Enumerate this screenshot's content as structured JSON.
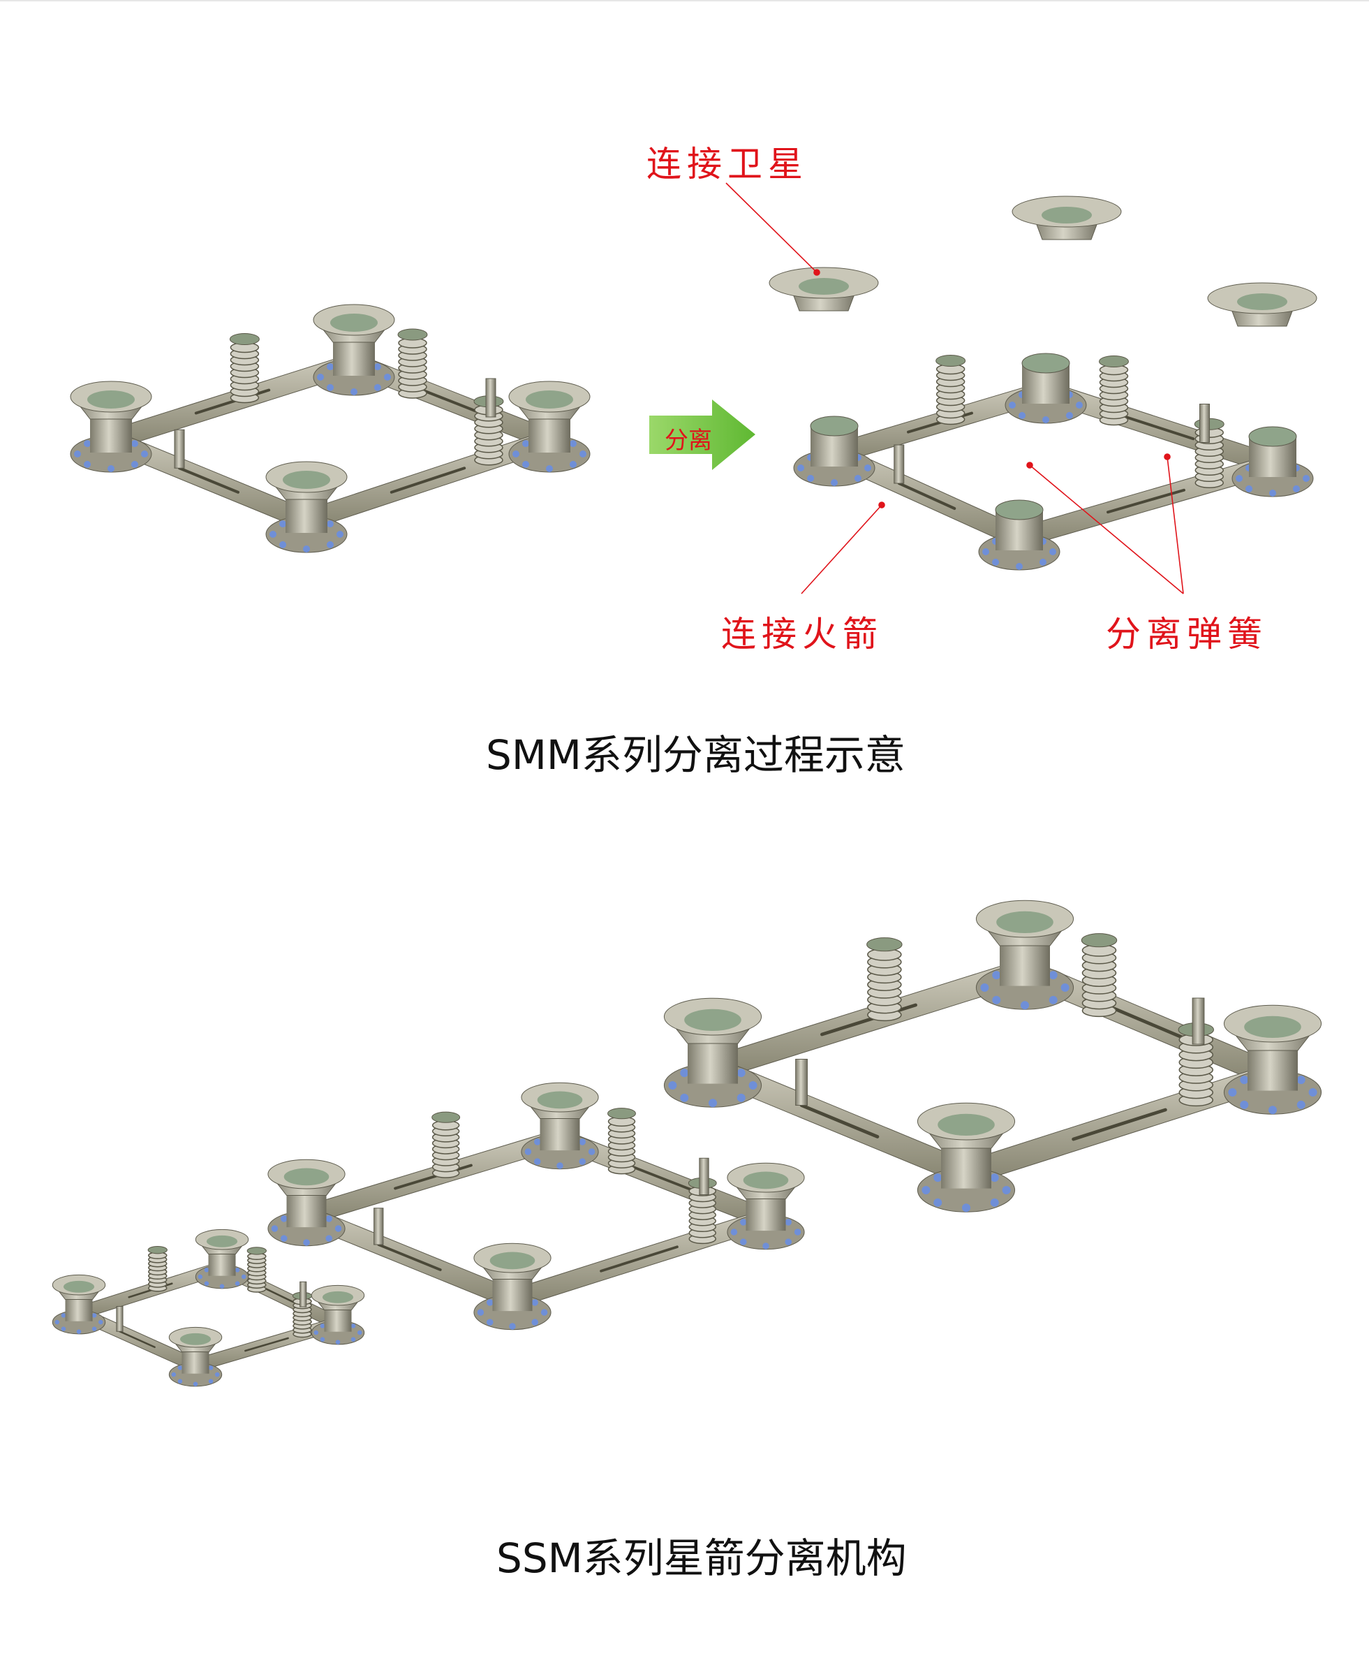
{
  "diagram1": {
    "labels": {
      "satellite": "连接卫星",
      "rocket": "连接火箭",
      "springs": "分离弹簧"
    },
    "arrow_label": "分离",
    "caption": "SMM系列分离过程示意"
  },
  "diagram2": {
    "caption": "SSM系列星箭分离机构"
  },
  "colors": {
    "label": "#e0141b",
    "arrow": "#7ac943",
    "metal": "#a8a594",
    "bolt": "#6f8fd8",
    "top_plate": "#8fa48a"
  }
}
